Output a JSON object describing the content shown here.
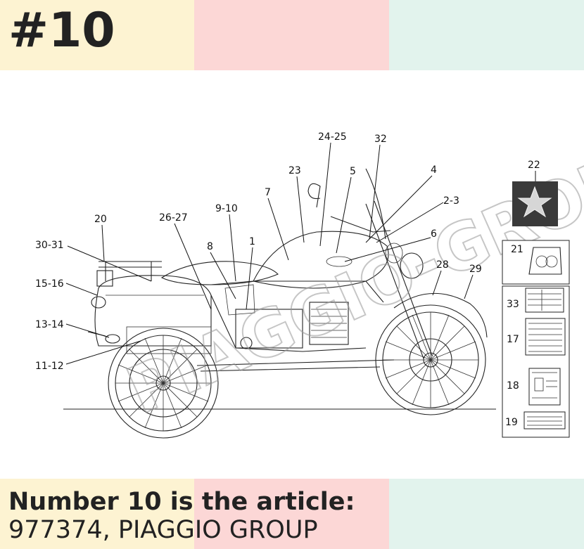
{
  "header": {
    "badge": "#10"
  },
  "caption": {
    "line1": "Number 10 is the article:",
    "line2": "977374, PIAGGIO GROUP"
  },
  "diagram": {
    "callouts": [
      "1",
      "2-3",
      "4",
      "5",
      "6",
      "7",
      "8",
      "9-10",
      "11-12",
      "13-14",
      "15-16",
      "20",
      "23",
      "24-25",
      "26-27",
      "28",
      "29",
      "30-31",
      "32"
    ],
    "inset_labels": [
      "22",
      "21",
      "33",
      "17",
      "18",
      "19"
    ],
    "watermark": "PIAGGIO-GROUP"
  },
  "colors": {
    "band_yellow": "#fdf3d2",
    "band_pink": "#fcd7d6",
    "band_mint": "#e2f3ed"
  }
}
